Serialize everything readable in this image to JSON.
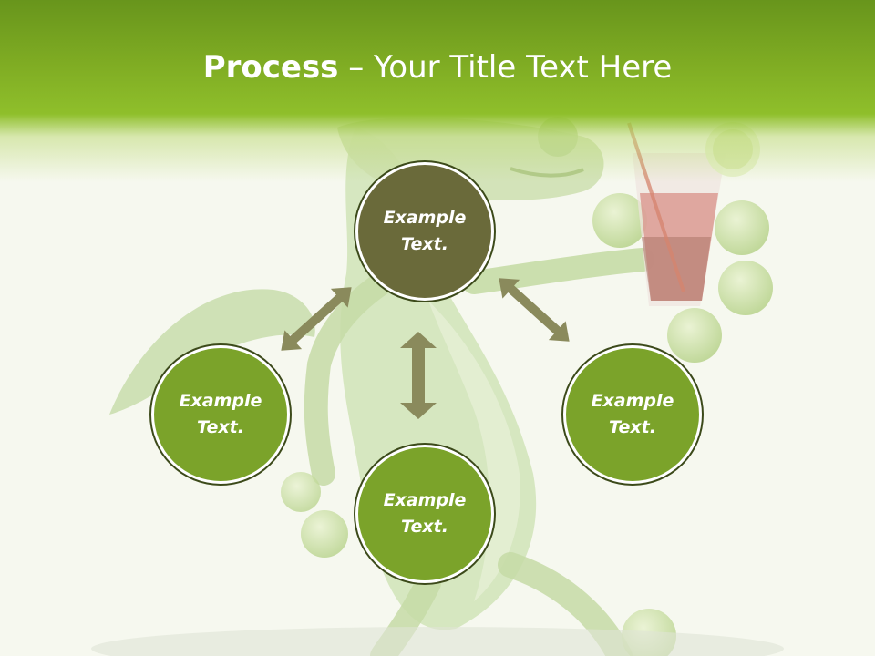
{
  "slide": {
    "title_bold": "Process",
    "title_rest": " – Your Title Text Here"
  },
  "nodes": {
    "top": "Example\nText.",
    "left": "Example\nText.",
    "right": "Example\nText.",
    "bottom": "Example\nText."
  },
  "colors": {
    "header_green": "#7fac23",
    "node_green": "#7ba32a",
    "node_dark": "#6a6a3a",
    "arrow": "#8a8a5c",
    "background": "#f6f8ef"
  }
}
